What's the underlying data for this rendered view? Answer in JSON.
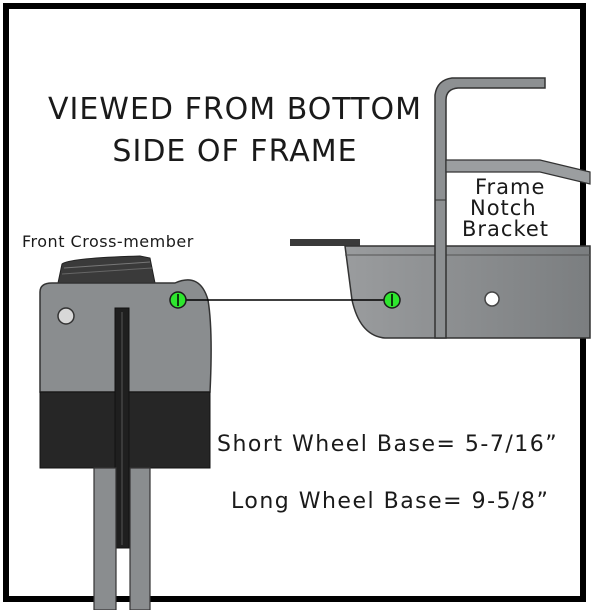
{
  "title": {
    "line1": "VIEWED FROM BOTTOM",
    "line2": "SIDE OF FRAME"
  },
  "labels": {
    "frame_notch_bracket": [
      "Frame",
      "Notch",
      "Bracket"
    ],
    "front_cross_member": "Front Cross-member"
  },
  "measurements": {
    "short_wheel_base": "Short Wheel Base= 5-7/16”",
    "long_wheel_base": "Long Wheel Base= 9-5/8”"
  },
  "colors": {
    "border": "#000000",
    "part_gray": "#8a8d8f",
    "part_dark": "#2b2b2b",
    "hole_highlight": "#2ee62e"
  }
}
